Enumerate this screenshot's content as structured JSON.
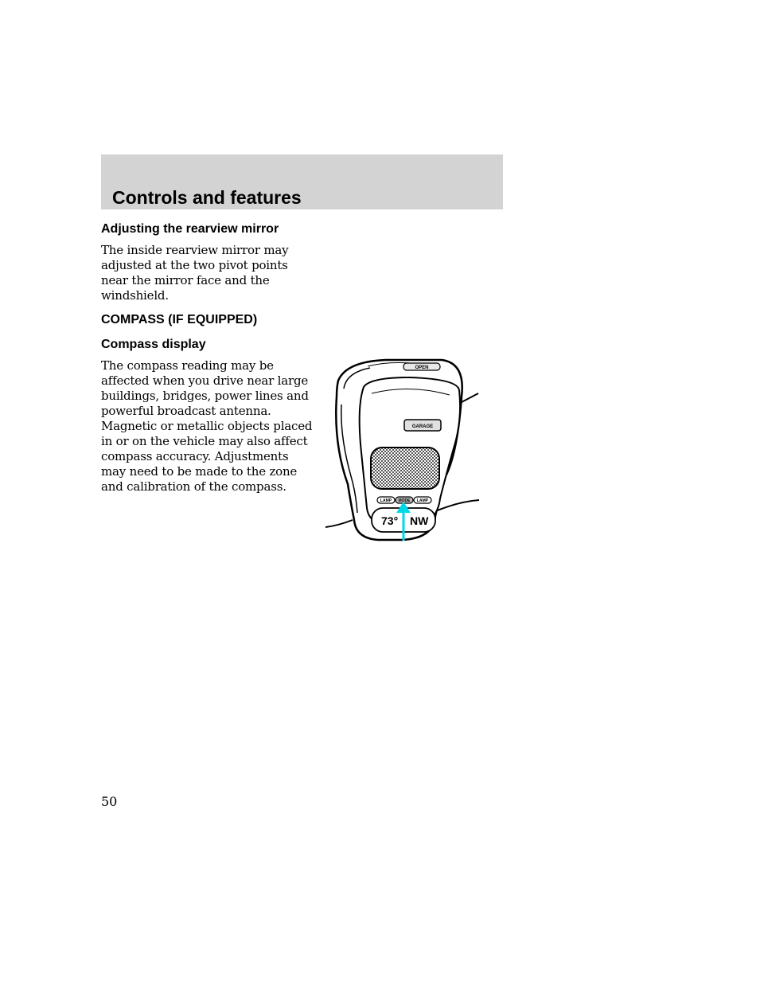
{
  "header": {
    "title": "Controls and features"
  },
  "sections": {
    "mirror_heading": "Adjusting the rearview mirror",
    "mirror_lines": [
      "The inside rearview mirror may",
      "adjusted at the two pivot points",
      "near the mirror face and the",
      "windshield."
    ],
    "compass_heading": "COMPASS (IF EQUIPPED)",
    "compass_subheading": "Compass display",
    "compass_lines": [
      "The compass reading may be",
      "affected when you drive near large",
      "buildings, bridges, power lines and",
      "powerful broadcast antenna.",
      "Magnetic or metallic objects placed",
      "in or on the vehicle may also affect",
      "compass accuracy. Adjustments",
      "may need to be made to the zone",
      "and calibration of the compass."
    ]
  },
  "figure": {
    "open_label": "OPEN",
    "garage_label": "GARAGE",
    "lamp_left_label": "LAMP",
    "mode_label": "MODE",
    "lamp_right_label": "LAMP",
    "degrees_reading": "73°",
    "direction_reading": "NW",
    "arrow_color": "#00d8e8"
  },
  "footer": {
    "page_number": "50"
  }
}
